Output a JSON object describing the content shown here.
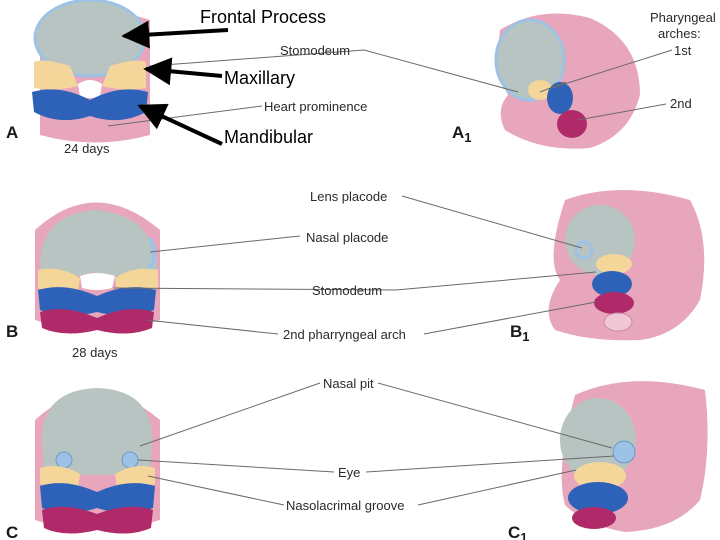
{
  "overlay": {
    "frontal_process": "Frontal Process",
    "maxillary": "Maxillary",
    "mandibular": "Mandibular"
  },
  "row_a": {
    "panel": "A",
    "panel_side": "A",
    "panel_side_sub": "1",
    "age": "24 days",
    "stomodeum": "Stomodeum",
    "heart": "Heart prominence",
    "arches_title_1": "Pharyngeal",
    "arches_title_2": "arches:",
    "first": "1st",
    "second": "2nd"
  },
  "row_b": {
    "panel": "B",
    "panel_side": "B",
    "panel_side_sub": "1",
    "age": "28 days",
    "lens": "Lens placode",
    "nasal": "Nasal placode",
    "stomodeum": "Stomodeum",
    "arch2": "2nd pharryngeal arch"
  },
  "row_c": {
    "panel": "C",
    "panel_side": "C",
    "panel_side_sub": "1",
    "nasal_pit": "Nasal pit",
    "eye": "Eye",
    "groove": "Nasolacrimal groove"
  },
  "colors": {
    "skin": "#e8a6bd",
    "skin_light": "#f1c7d6",
    "frontal": "#b8c4c2",
    "maxillary": "#f4d59a",
    "mandibular": "#2e62b8",
    "arch2": "#b02a6a",
    "placode": "#9cc3e6"
  }
}
